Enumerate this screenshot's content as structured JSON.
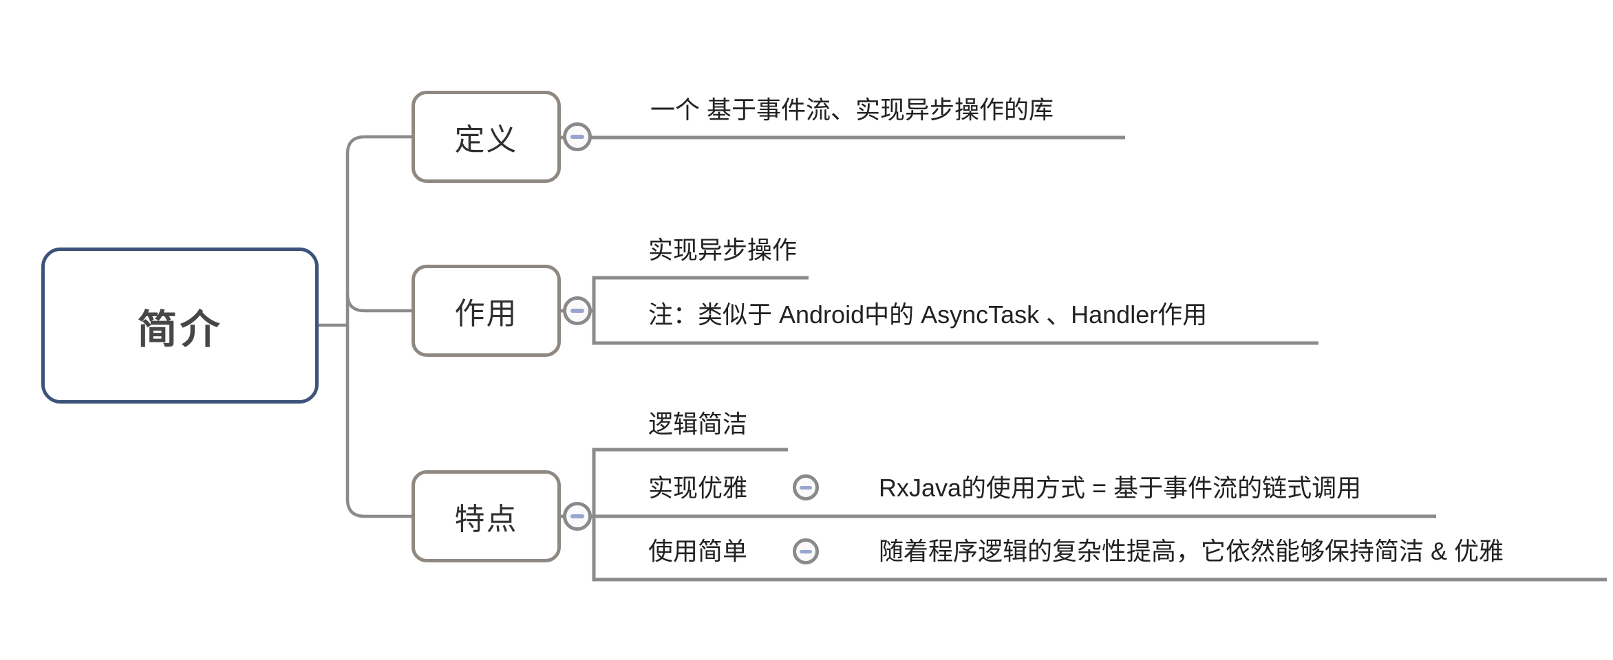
{
  "app": "mindmap",
  "colors": {
    "background": "#ffffff",
    "root_border": "#3e537a",
    "branch_border": "#8f8881",
    "connector_line": "#8b8b8b",
    "collapse_circle_border": "#8a8a8a",
    "collapse_circle_fill": "#fafafa",
    "collapse_minus": "#97a6cf",
    "root_text": "#474747",
    "topic_text": "#303030",
    "leaf_text": "#222222"
  },
  "root": {
    "label": "简介"
  },
  "branches": [
    {
      "label": "定义",
      "children": [
        {
          "text": "一个 基于事件流、实现异步操作的库"
        }
      ]
    },
    {
      "label": "作用",
      "children": [
        {
          "text": "实现异步操作"
        },
        {
          "text": "注：类似于 Android中的 AsyncTask 、Handler作用"
        }
      ]
    },
    {
      "label": "特点",
      "children": [
        {
          "text": "逻辑简洁"
        },
        {
          "text": "实现优雅",
          "children": [
            {
              "text": "RxJava的使用方式 = 基于事件流的链式调用"
            }
          ]
        },
        {
          "text": "使用简单",
          "children": [
            {
              "text": "随着程序逻辑的复杂性提高，它依然能够保持简洁 & 优雅"
            }
          ]
        }
      ]
    }
  ],
  "icons": {
    "collapse": "minus"
  }
}
